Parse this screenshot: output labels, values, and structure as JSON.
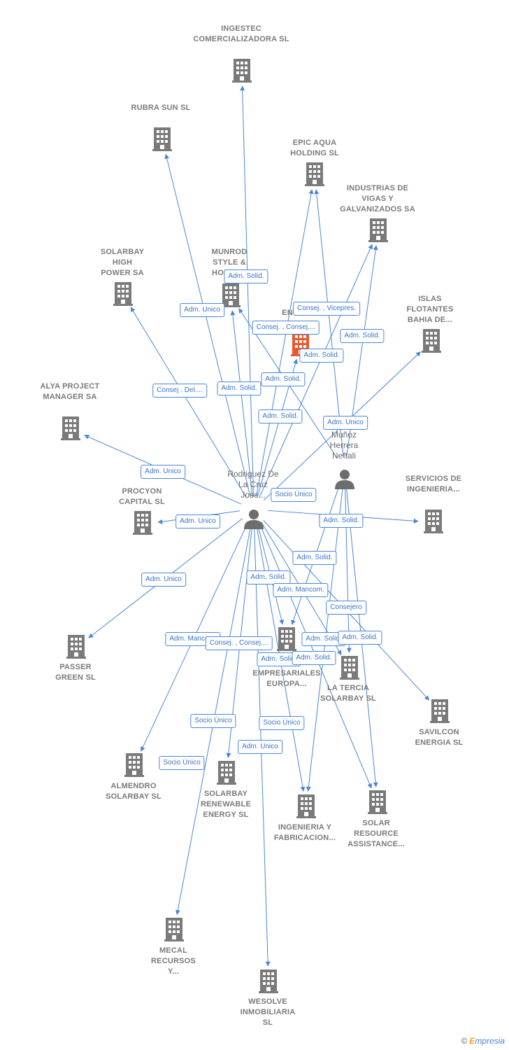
{
  "colors": {
    "edge": "#4a86d8",
    "company": "#7a7a7a",
    "highlight": "#e8572e",
    "person": "#6d6d6d"
  },
  "companies": [
    {
      "id": "ingestec",
      "label": "INGESTEC COMERCIALIZADORA SL"
    },
    {
      "id": "rubra",
      "label": "RUBRA SUN SL"
    },
    {
      "id": "epic",
      "label": "EPIC AQUA HOLDING SL"
    },
    {
      "id": "industrias",
      "label": "INDUSTRIAS DE VIGAS Y GALVANIZADOS SA"
    },
    {
      "id": "solarbay_high",
      "label": "SOLARBAY HIGH POWER SA"
    },
    {
      "id": "munrod",
      "label": "MUNROD STYLE & HOUSE..."
    },
    {
      "id": "encan",
      "label": "ENCA... SL"
    },
    {
      "id": "islas",
      "label": "ISLAS FLOTANTES BAHIA DE..."
    },
    {
      "id": "alya",
      "label": "ALYA PROJECT MANAGER SA"
    },
    {
      "id": "procyon",
      "label": "PROCYON CAPITAL SL"
    },
    {
      "id": "servicios",
      "label": "SERVICIOS DE INGENIERIA..."
    },
    {
      "id": "passer",
      "label": "PASSER GREEN SL"
    },
    {
      "id": "desarrollos",
      "label": "DE... EMPRESARIALES EUROPA..."
    },
    {
      "id": "tercia",
      "label": "LA TERCIA SOLARBAY SL"
    },
    {
      "id": "savilcon",
      "label": "SAVILCON ENERGIA SL"
    },
    {
      "id": "almendro",
      "label": "ALMENDRO SOLARBAY SL"
    },
    {
      "id": "solarbay_renew",
      "label": "SOLARBAY RENEWABLE ENERGY SL"
    },
    {
      "id": "ingenieria",
      "label": "INGENIERIA Y FABRICACION..."
    },
    {
      "id": "solar_resource",
      "label": "SOLAR RESOURCE ASSISTANCE..."
    },
    {
      "id": "mecal",
      "label": "MECAL RECURSOS Y..."
    },
    {
      "id": "wesolve",
      "label": "WESOLVE INMOBILIARIA SL"
    }
  ],
  "persons": [
    {
      "id": "jose",
      "label": "Rodriguez De La Cruz Jose..."
    },
    {
      "id": "neftali",
      "label": "Muñoz Herrera Neftali"
    }
  ],
  "edges": [
    {
      "from": "jose",
      "to": "ingestec"
    },
    {
      "from": "jose",
      "to": "rubra"
    },
    {
      "from": "jose",
      "to": "epic"
    },
    {
      "from": "jose",
      "to": "industrias"
    },
    {
      "from": "jose",
      "to": "solarbay_high"
    },
    {
      "from": "jose",
      "to": "munrod"
    },
    {
      "from": "jose",
      "to": "encan"
    },
    {
      "from": "jose",
      "to": "islas"
    },
    {
      "from": "jose",
      "to": "alya"
    },
    {
      "from": "jose",
      "to": "procyon"
    },
    {
      "from": "jose",
      "to": "servicios"
    },
    {
      "from": "jose",
      "to": "passer"
    },
    {
      "from": "jose",
      "to": "desarrollos"
    },
    {
      "from": "jose",
      "to": "tercia"
    },
    {
      "from": "jose",
      "to": "savilcon"
    },
    {
      "from": "jose",
      "to": "almendro"
    },
    {
      "from": "jose",
      "to": "solarbay_renew"
    },
    {
      "from": "jose",
      "to": "ingenieria"
    },
    {
      "from": "jose",
      "to": "solar_resource"
    },
    {
      "from": "jose",
      "to": "mecal"
    },
    {
      "from": "jose",
      "to": "wesolve"
    },
    {
      "from": "neftali",
      "to": "epic"
    },
    {
      "from": "neftali",
      "to": "industrias"
    },
    {
      "from": "neftali",
      "to": "munrod"
    },
    {
      "from": "neftali",
      "to": "desarrollos"
    },
    {
      "from": "neftali",
      "to": "tercia"
    },
    {
      "from": "neftali",
      "to": "ingenieria"
    },
    {
      "from": "neftali",
      "to": "solar_resource"
    }
  ],
  "edge_labels": [
    "Adm. Solid.",
    "Adm. Unico",
    "Consej. , Consej....",
    "Consej. , Vicepres.",
    "Adm. Solid.",
    "Adm. Solid.",
    "Adm. Solid.",
    "Consej . Del....",
    "Adm. Solid.",
    "Adm. Solid.",
    "Adm. Unico",
    "Adm. Unico",
    "Adm. Unico",
    "Socio Único",
    "Adm. Unico",
    "Adm. Solid.",
    "Adm. Solid.",
    "Adm. Unico",
    "Adm. Solid.",
    "Adm. Mancom.",
    "Consejero",
    "Adm. Mancom.",
    "Consej. , Consej....",
    "Adm. Solid.",
    "Adm. Solid.",
    "Adm. Solid.",
    "Adm. Solid.",
    "Socio Único",
    "Socio Único",
    "Socio Único",
    "Adm. Unico"
  ],
  "watermark": {
    "copyright": "©",
    "brand_initial": "E",
    "brand_rest": "mpresia"
  }
}
